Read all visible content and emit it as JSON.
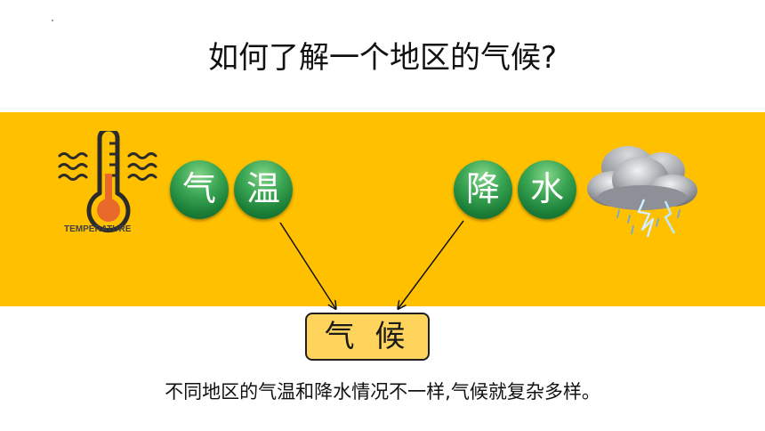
{
  "slide": {
    "title": "如何了解一个地区的气候?",
    "band_color": "#ffc000",
    "temperature_icon": {
      "icon": "thermometer-icon",
      "label": "TEMPERATURE"
    },
    "factors": [
      {
        "label": "气",
        "group": "气温"
      },
      {
        "label": "温",
        "group": "气温"
      },
      {
        "label": "降",
        "group": "降水"
      },
      {
        "label": "水",
        "group": "降水"
      }
    ],
    "precipitation_icon": "storm-cloud-icon",
    "result_box": {
      "label": "气 候",
      "fill": "#ffd45c"
    },
    "caption": "不同地区的气温和降水情况不一样,气候就复杂多样。"
  }
}
